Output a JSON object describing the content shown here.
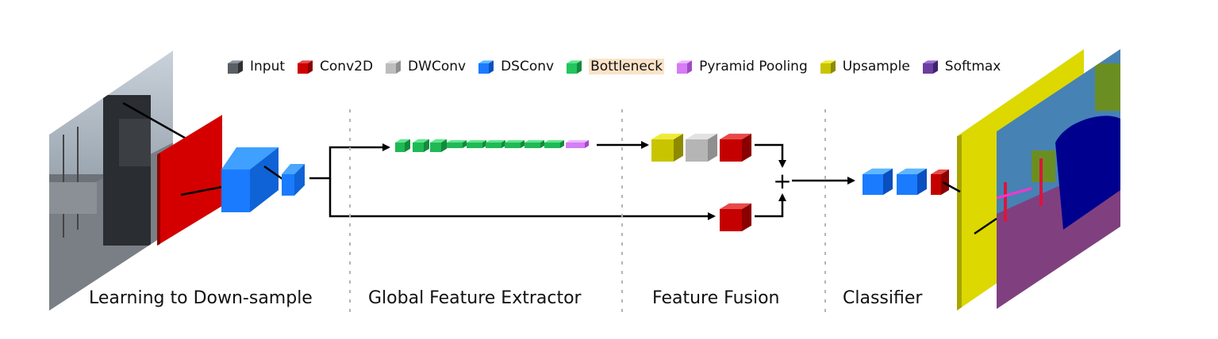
{
  "legend": [
    {
      "label": "Input",
      "icon": "input-swatch-icon",
      "front": "#5a5f66",
      "top": "#8c939c",
      "side": "#2e3136",
      "highlight": false
    },
    {
      "label": "Conv2D",
      "icon": "conv2d-cube-icon",
      "front": "#cc0000",
      "top": "#e84a4a",
      "side": "#8a0000",
      "highlight": false
    },
    {
      "label": "DWConv",
      "icon": "dwconv-cube-icon",
      "front": "#bdbdbd",
      "top": "#e2e2e2",
      "side": "#8f8f8f",
      "highlight": false
    },
    {
      "label": "DSConv",
      "icon": "dsconv-cube-icon",
      "front": "#1a7bff",
      "top": "#5fb7ff",
      "side": "#0a4fbf",
      "highlight": false
    },
    {
      "label": "Bottleneck",
      "icon": "bottleneck-cube-icon",
      "front": "#22c55e",
      "top": "#5ee68c",
      "side": "#138a3c",
      "highlight": true
    },
    {
      "label": "Pyramid Pooling",
      "icon": "pyramid-pooling-cube-icon",
      "front": "#d67cf5",
      "top": "#ecb6ff",
      "side": "#a04bc4",
      "highlight": false
    },
    {
      "label": "Upsample",
      "icon": "upsample-cube-icon",
      "front": "#c9c400",
      "top": "#efea3a",
      "side": "#8e8a00",
      "highlight": false
    },
    {
      "label": "Softmax",
      "icon": "softmax-swatch-icon",
      "front": "#6a3fa0",
      "top": "#9a6fd0",
      "side": "#3d2370",
      "highlight": false
    }
  ],
  "stages": [
    {
      "label": "Learning to Down-sample"
    },
    {
      "label": "Global Feature Extractor"
    },
    {
      "label": "Feature Fusion"
    },
    {
      "label": "Classifier"
    }
  ],
  "fusion_symbol": "+",
  "colors": {
    "conv": "#cc0000",
    "dsconv": "#1a7bff",
    "dwconv": "#bdbdbd",
    "bottleneck": "#22c55e",
    "pyramid": "#d67cf5",
    "upsample": "#d8d400",
    "seg_sky": "#4682b4",
    "seg_road": "#80407f",
    "seg_car": "#00008e",
    "seg_veg": "#6b8e23"
  }
}
